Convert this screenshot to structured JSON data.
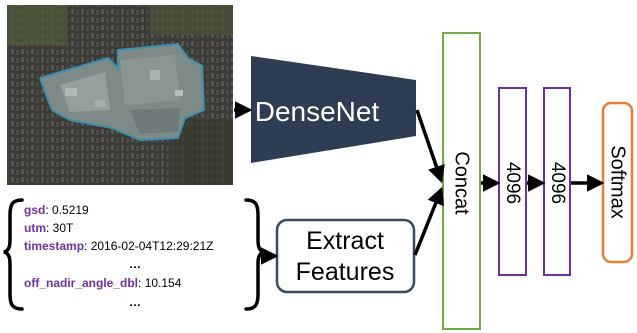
{
  "nodes": {
    "satellite_image": {
      "alt": "aerial satellite image tile"
    },
    "densenet": {
      "label": "DenseNet"
    },
    "extract_features": {
      "line1": "Extract",
      "line2": "Features"
    },
    "concat": {
      "label": "Concat"
    },
    "fc1": {
      "label": "4096"
    },
    "fc2": {
      "label": "4096"
    },
    "softmax": {
      "label": "Softmax"
    }
  },
  "metadata": {
    "entries": [
      {
        "key": "gsd",
        "value": ": 0.5219"
      },
      {
        "key": "utm",
        "value": ": 30T"
      },
      {
        "key": "timestamp",
        "value": ": 2016-02-04T12:29:21Z"
      },
      {
        "key": "off_nadir_angle_dbl",
        "value": ": 10.154"
      }
    ],
    "ellipsis_a": "…",
    "ellipsis_b": "…"
  },
  "colors": {
    "densenet_fill": "#2e3d54",
    "extract_border": "#3a4a5e",
    "concat_border": "#70ad47",
    "fc_border": "#7030a0",
    "softmax_border": "#ed7d31",
    "metadata_key": "#7030a0"
  },
  "icons": {
    "edge_arrowhead": "arrowhead-icon",
    "metadata_brace": "curly-brace-icon"
  }
}
